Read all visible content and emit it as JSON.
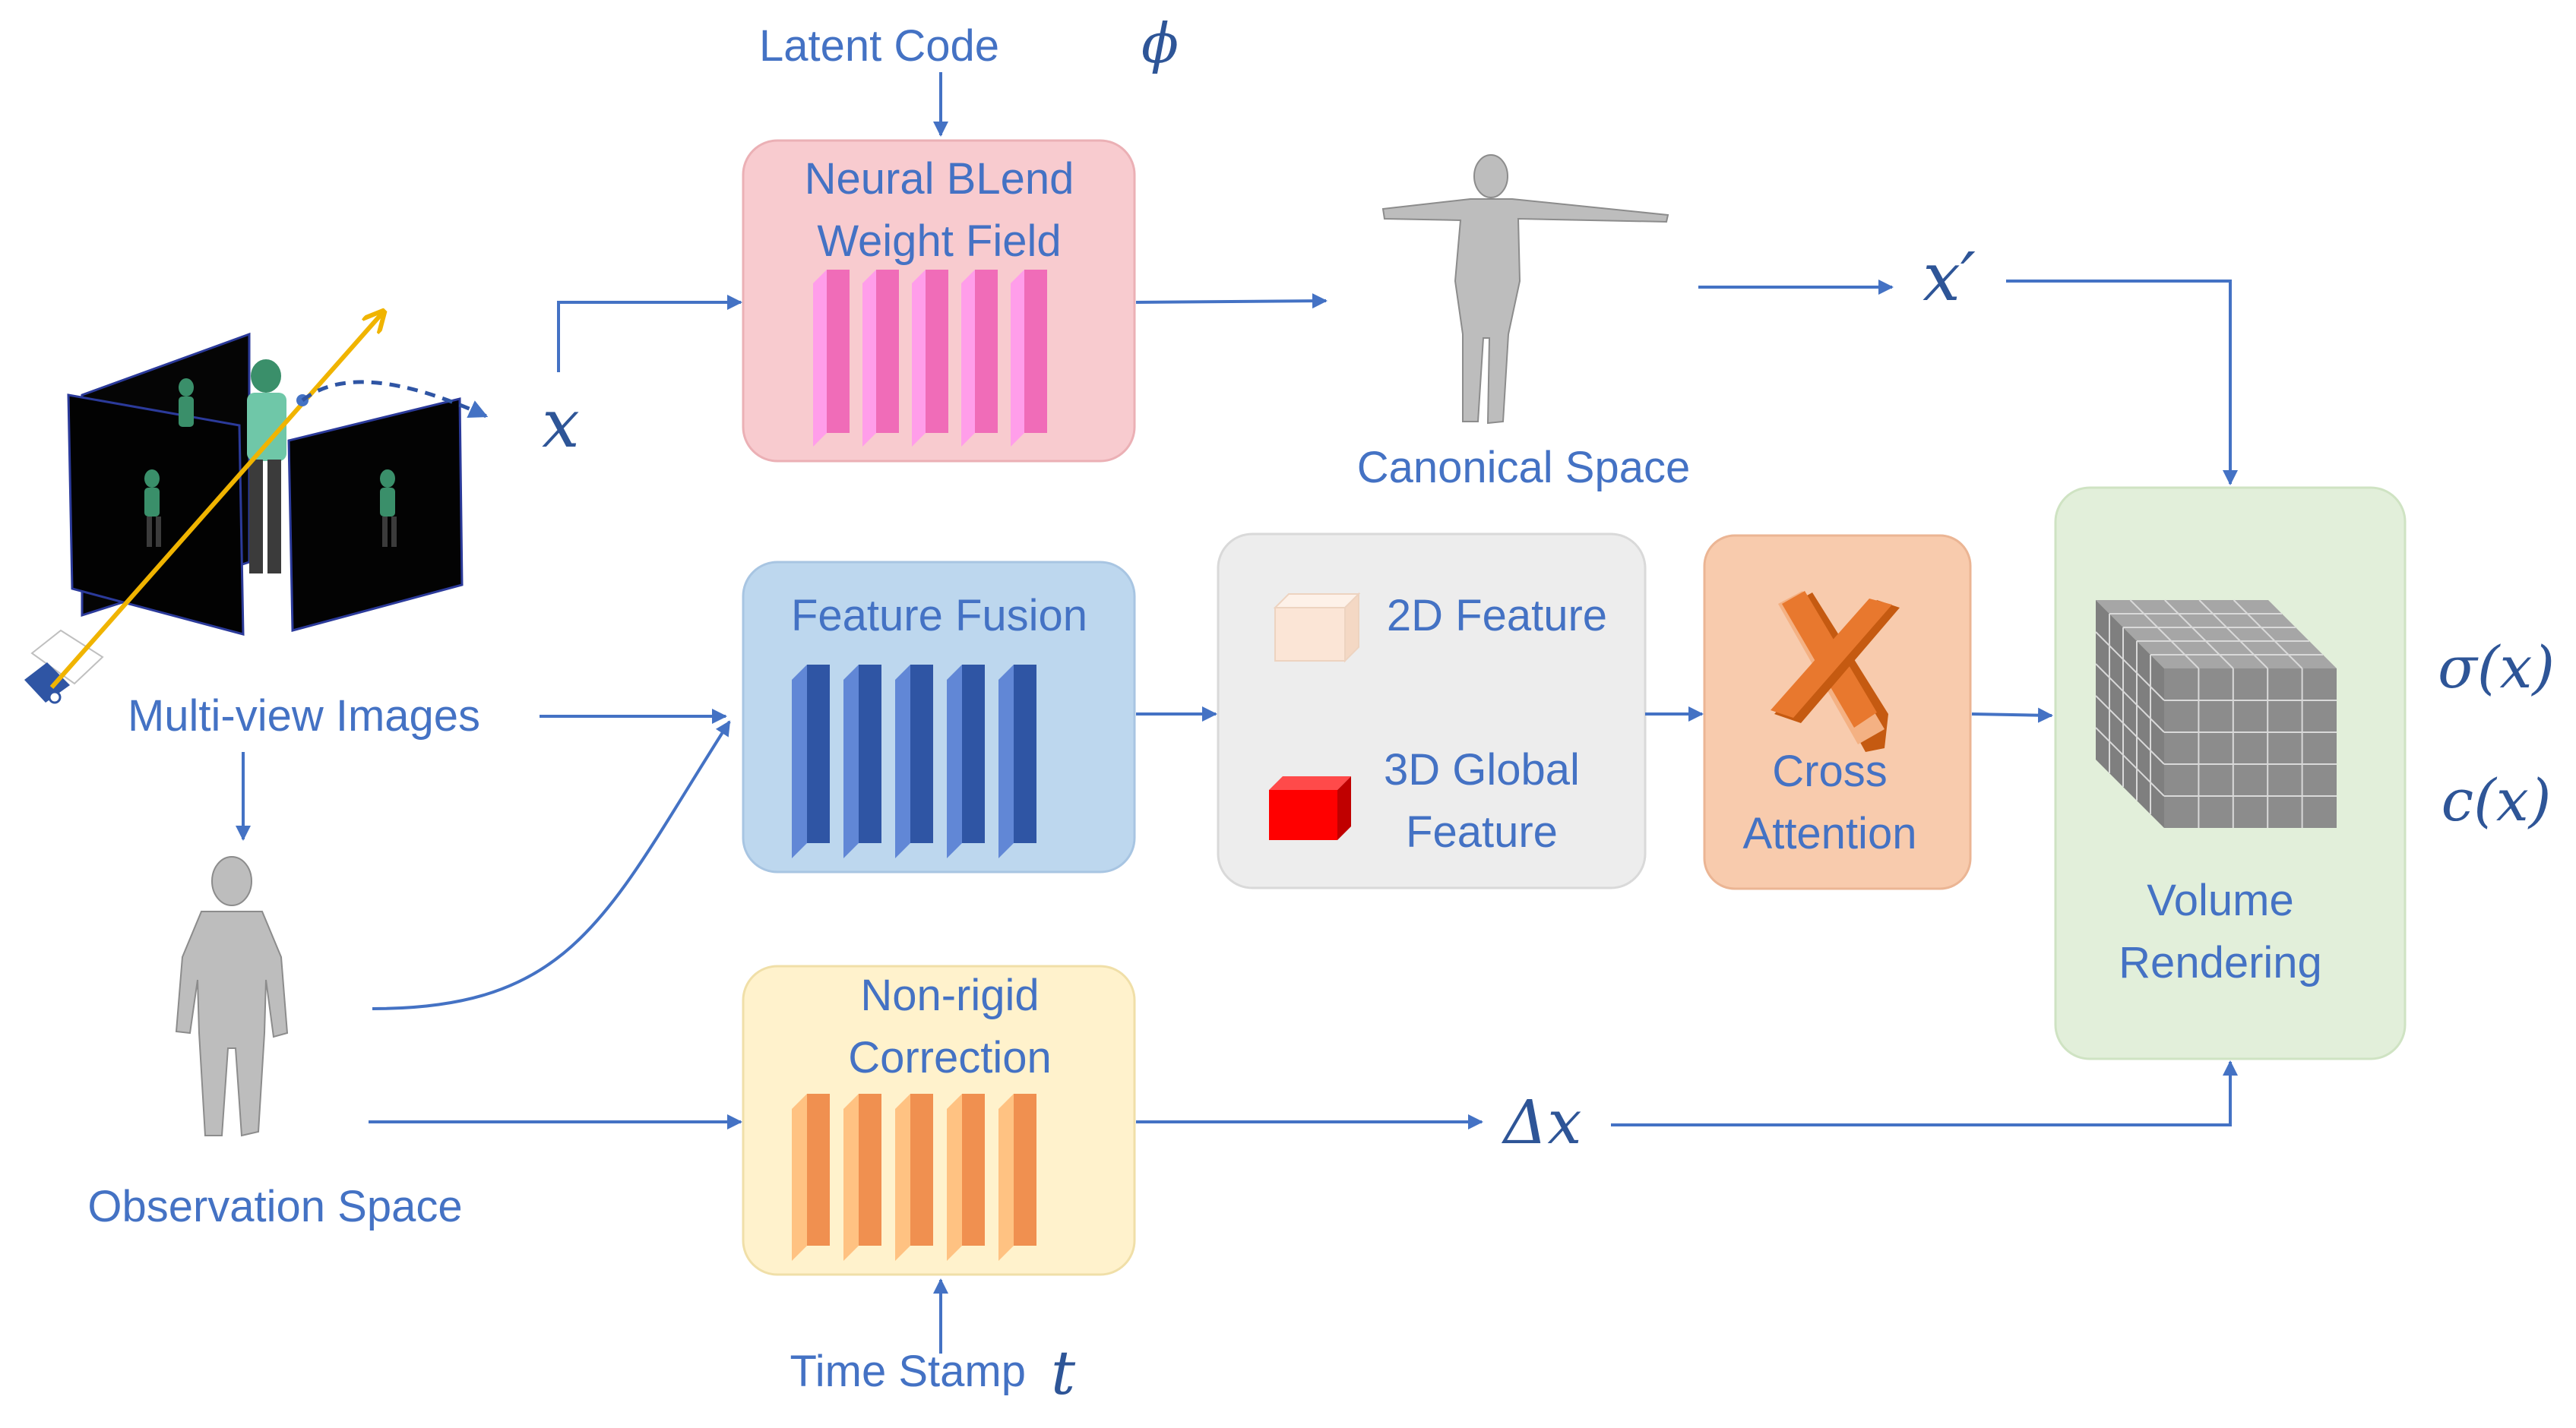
{
  "labels": {
    "latent_code": "Latent Code",
    "latent_symbol": "ϕ",
    "nbw_line1": "Neural BLend",
    "nbw_line2": "Weight Field",
    "canonical_space": "Canonical Space",
    "feature_fusion": "Feature Fusion",
    "feat2d": "2D Feature",
    "feat3d_line1": "3D Global",
    "feat3d_line2": "Feature",
    "cross_line1": "Cross",
    "cross_line2": "Attention",
    "volume_line1": "Volume",
    "volume_line2": "Rendering",
    "multiview": "Multi-view Images",
    "observation_space": "Observation Space",
    "nonrigid_line1": "Non-rigid",
    "nonrigid_line2": "Correction",
    "time_stamp": "Time Stamp",
    "time_symbol": "t"
  },
  "math": {
    "x": "x",
    "x_prime": "x′",
    "delta_x": "Δx",
    "sigma": "σ(x)",
    "color": "c(x)"
  },
  "colors": {
    "arrow": "#4472C4",
    "text": "#4472C4",
    "nbw_box": "#F8CBCF",
    "nbw_layer": "#F06CB8",
    "fusion_box": "#BDD7EE",
    "fusion_layer": "#2F55A4",
    "feature_box": "#EDEDED",
    "cross_box": "#F8CBAD",
    "cross_shape": "#E8782E",
    "volume_box": "#E2EFDA",
    "nonrigid_box": "#FFF2CC",
    "nonrigid_layer": "#F09050",
    "ray": "#F0B400",
    "cube_2d": "#FBE5D6",
    "cube_3d": "#FF0000"
  }
}
